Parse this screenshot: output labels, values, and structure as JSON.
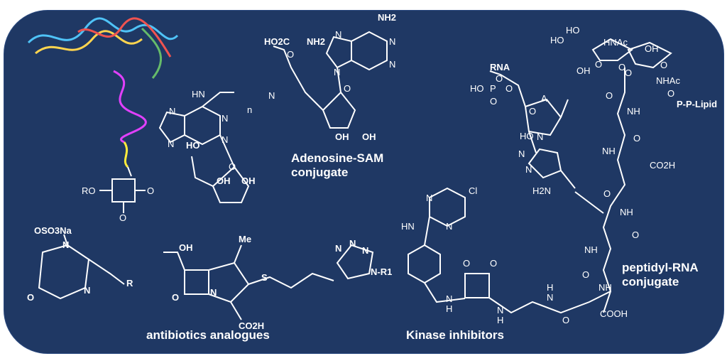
{
  "labels": {
    "adenosine_sam": [
      "Adenosine-SAM",
      "conjugate"
    ],
    "peptidyl_rna": [
      "peptidyl-RNA",
      "conjugate"
    ],
    "antibiotics": "antibiotics analogues",
    "kinase": "Kinase inhibitors"
  },
  "atoms": {
    "trna": [
      "RO",
      "O",
      "O"
    ],
    "sam": [
      "HO2C",
      "NH2",
      "NH2",
      "HN",
      "n",
      "N",
      "N",
      "N",
      "N",
      "N",
      "OH",
      "OH",
      "HO",
      "O",
      "OH",
      "OH",
      "N",
      "N",
      "N",
      "N",
      "O",
      "O"
    ],
    "rna": [
      "RNA",
      "O",
      "HO",
      "P",
      "O",
      "O",
      "A",
      "O",
      "HO",
      "N",
      "N",
      "N"
    ],
    "peptide": [
      "HO",
      "HO",
      "HNAc",
      "OH",
      "OH",
      "O",
      "O",
      "O",
      "O",
      "NHAc",
      "O",
      "P-P-Lipid",
      "O",
      "NH",
      "O",
      "NH",
      "CO2H",
      "H2N",
      "O",
      "NH",
      "O",
      "NH",
      "O",
      "NH",
      "COOH"
    ],
    "kinase": [
      "Cl",
      "HN",
      "N",
      "N",
      "O",
      "O",
      "N",
      "H",
      "N",
      "H",
      "N",
      "H",
      "O"
    ],
    "antibiotic": [
      "OSO3Na",
      "N",
      "N",
      "R",
      "O",
      "OH",
      "Me",
      "S",
      "N",
      "N",
      "N",
      "N-R1",
      "O",
      "N",
      "CO2H"
    ]
  },
  "colors": {
    "background": "#1f3864",
    "foreground": "#ffffff"
  }
}
